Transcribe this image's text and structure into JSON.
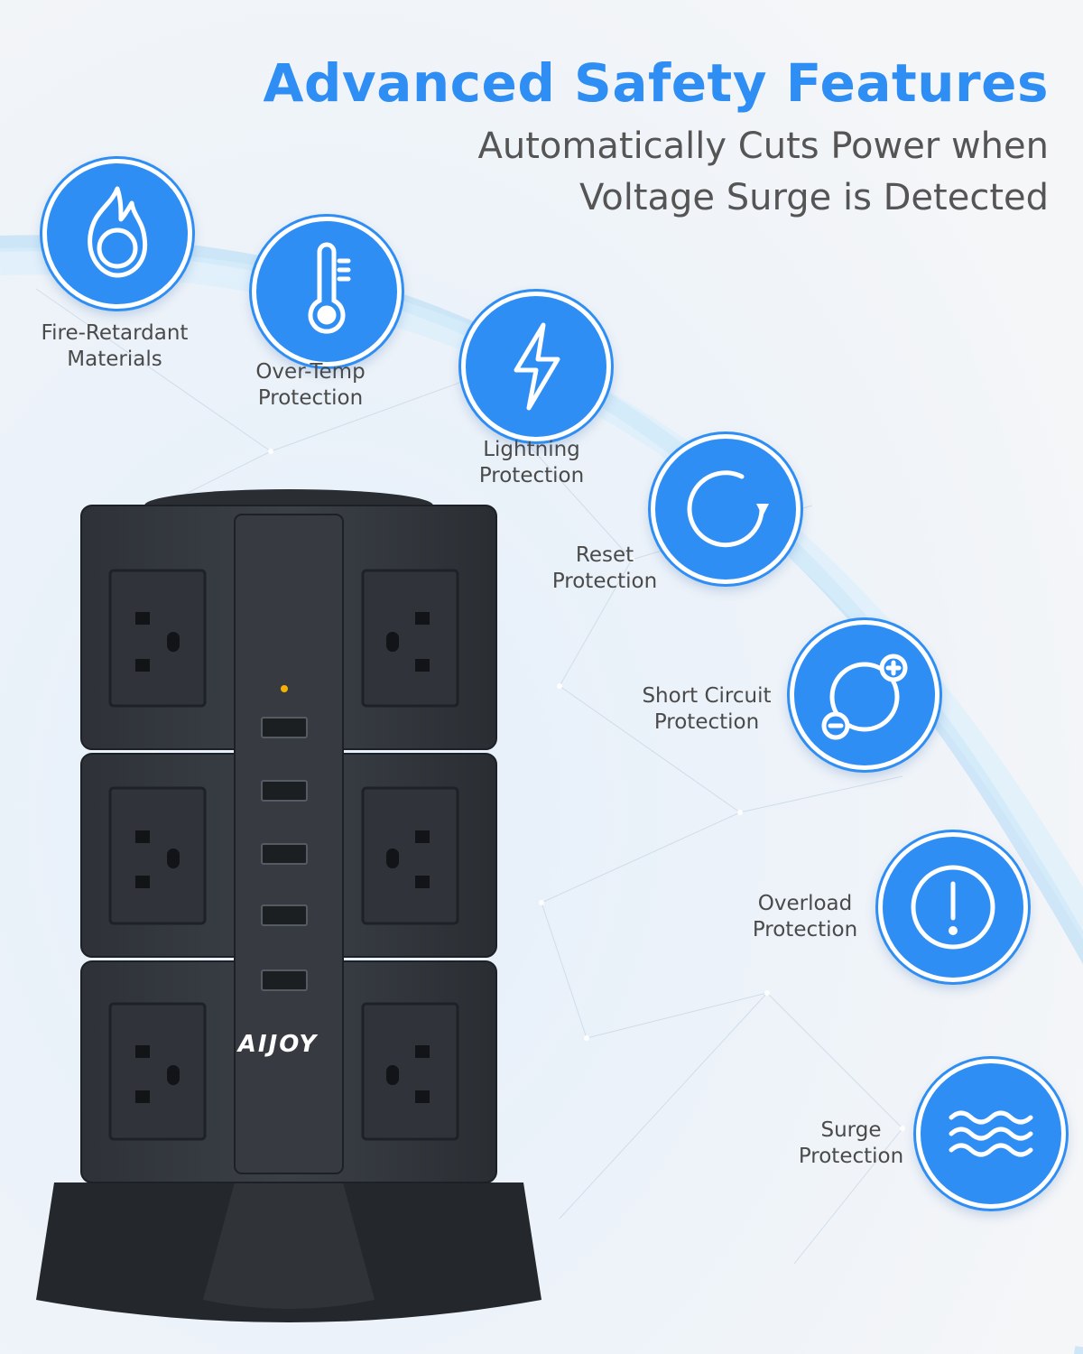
{
  "header": {
    "title": "Advanced Safety Features",
    "subtitle_line1": "Automatically Cuts Power when",
    "subtitle_line2": "Voltage Surge is Detected"
  },
  "colors": {
    "accent": "#2f8ef3",
    "product": "#33373d",
    "background": "#f3f4f6"
  },
  "features": [
    {
      "icon": "flame-icon",
      "line1": "Fire-Retardant",
      "line2": "Materials"
    },
    {
      "icon": "thermometer-icon",
      "line1": "Over-Temp",
      "line2": "Protection"
    },
    {
      "icon": "lightning-icon",
      "line1": "Lightning",
      "line2": "Protection"
    },
    {
      "icon": "reset-icon",
      "line1": "Reset",
      "line2": "Protection"
    },
    {
      "icon": "circuit-icon",
      "line1": "Short Circuit",
      "line2": "Protection"
    },
    {
      "icon": "exclamation-icon",
      "line1": "Overload",
      "line2": "Protection"
    },
    {
      "icon": "wave-icon",
      "line1": "Surge",
      "line2": "Protection"
    }
  ],
  "product": {
    "brand": "AIJOY"
  }
}
